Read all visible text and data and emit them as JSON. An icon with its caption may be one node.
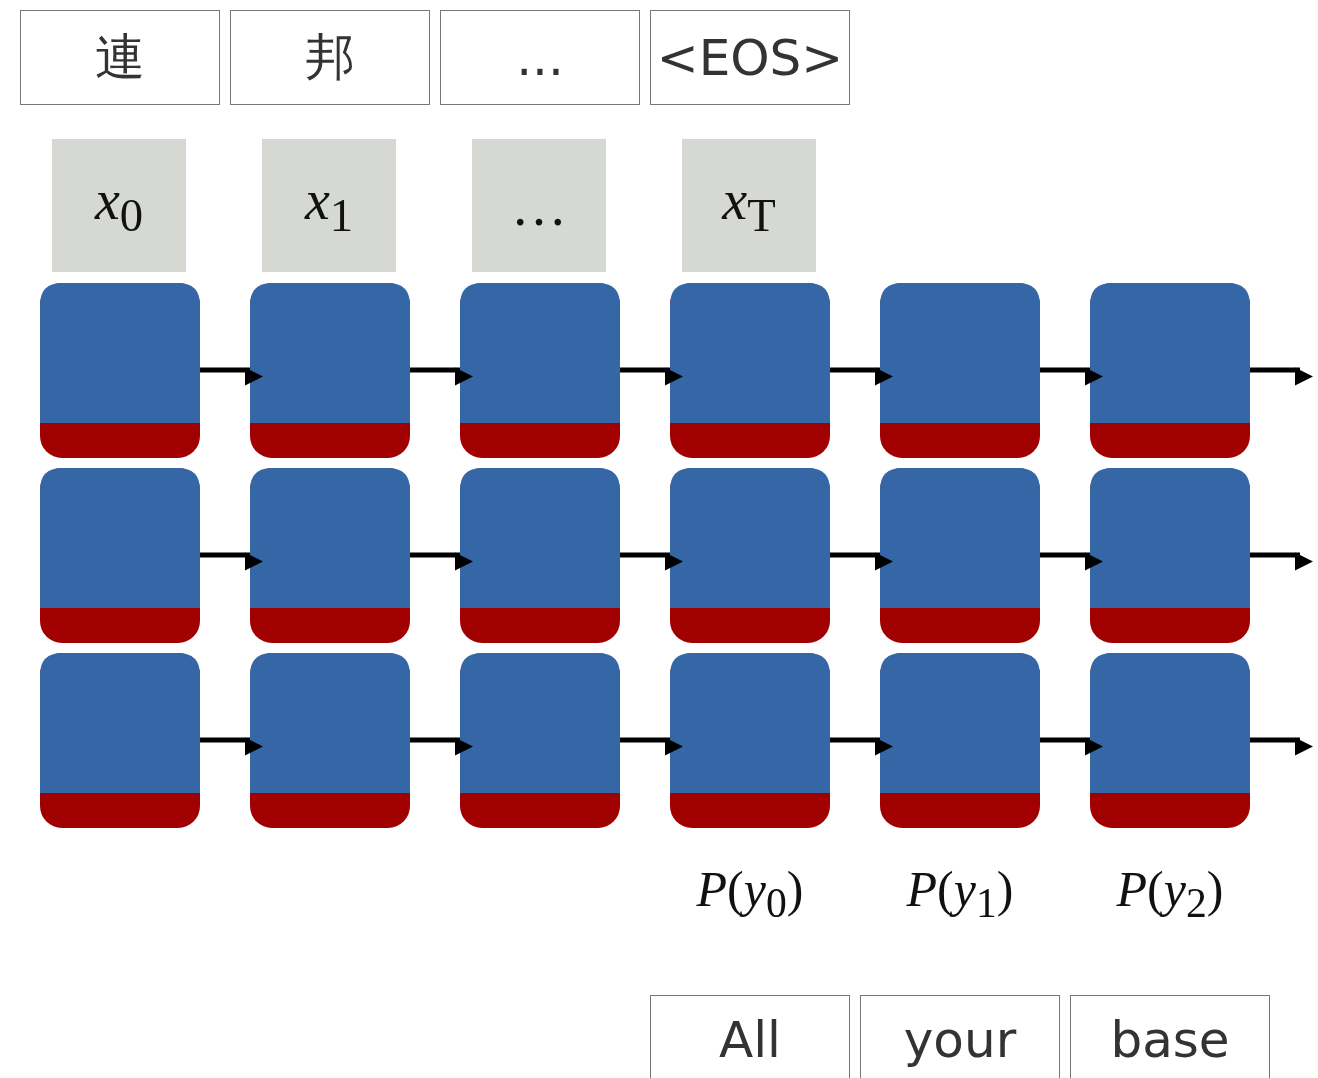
{
  "diagram": {
    "nodes": [
      {
        "text": [
          "連"
        ]
      },
      {
        "text": [
          "邦"
        ]
      },
      {
        "text": [
          "..."
        ]
      },
      {
        "text": [
          "<EOS>"
        ]
      },
      {
        "text": [
          "*x*$_{0}$"
        ]
      },
      {
        "text": [
          "*x*$_{1}$"
        ]
      },
      {
        "text": [
          "…"
        ]
      },
      {
        "text": [
          "*x*$_{T}$"
        ]
      },
      {
        "text": [],
        "shape": "box"
      },
      {
        "text": [],
        "shape": "box"
      },
      {
        "text": [],
        "shape": "box"
      },
      {
        "text": [],
        "shape": "box"
      },
      {
        "text": [],
        "shape": "box"
      },
      {
        "text": [],
        "shape": "box"
      },
      {
        "text": [],
        "shape": "box"
      },
      {
        "text": [],
        "shape": "box"
      },
      {
        "text": [],
        "shape": "box"
      },
      {
        "text": [],
        "shape": "box"
      },
      {
        "text": [],
        "shape": "box"
      },
      {
        "text": [],
        "shape": "box"
      },
      {
        "text": [],
        "shape": "box"
      },
      {
        "text": [],
        "shape": "box"
      },
      {
        "text": [],
        "shape": "box"
      },
      {
        "text": [],
        "shape": "box"
      },
      {
        "text": [],
        "shape": "box"
      },
      {
        "text": [],
        "shape": "box"
      },
      {
        "text": [
          "All"
        ]
      },
      {
        "text": [
          "your"
        ]
      },
      {
        "text": [
          "base"
        ]
      }
    ],
    "edges": [
      {
        "from": 8,
        "to": 9,
        "arrow": "to"
      },
      {
        "from": 9,
        "to": 10,
        "arrow": "to"
      },
      {
        "from": 10,
        "to": 11,
        "arrow": "to"
      },
      {
        "from": 11,
        "to": 12,
        "arrow": "to"
      },
      {
        "from": 12,
        "to": 13,
        "arrow": "to"
      },
      {
        "from": 13,
        "to": null,
        "arrow": "to"
      },
      {
        "from": 14,
        "to": 15,
        "arrow": "to"
      },
      {
        "from": 15,
        "to": 16,
        "arrow": "to"
      },
      {
        "from": 16,
        "to": 17,
        "arrow": "to"
      },
      {
        "from": 17,
        "to": 18,
        "arrow": "to"
      },
      {
        "from": 18,
        "to": 19,
        "arrow": "to"
      },
      {
        "from": 19,
        "to": null,
        "arrow": "to"
      },
      {
        "from": 20,
        "to": 21,
        "arrow": "to"
      },
      {
        "from": 21,
        "to": 22,
        "arrow": "to"
      },
      {
        "from": 22,
        "to": 23,
        "arrow": "to"
      },
      {
        "from": 23,
        "to": 24,
        "arrow": "to"
      },
      {
        "from": 24,
        "to": 25,
        "arrow": "to"
      },
      {
        "from": 25,
        "to": null,
        "arrow": "to"
      }
    ],
    "labels": [
      "*P*(*y*$_{0}$)",
      "*P*(*y*$_{1}$)",
      "*P*(*y*$_{2}$)"
    ]
  }
}
